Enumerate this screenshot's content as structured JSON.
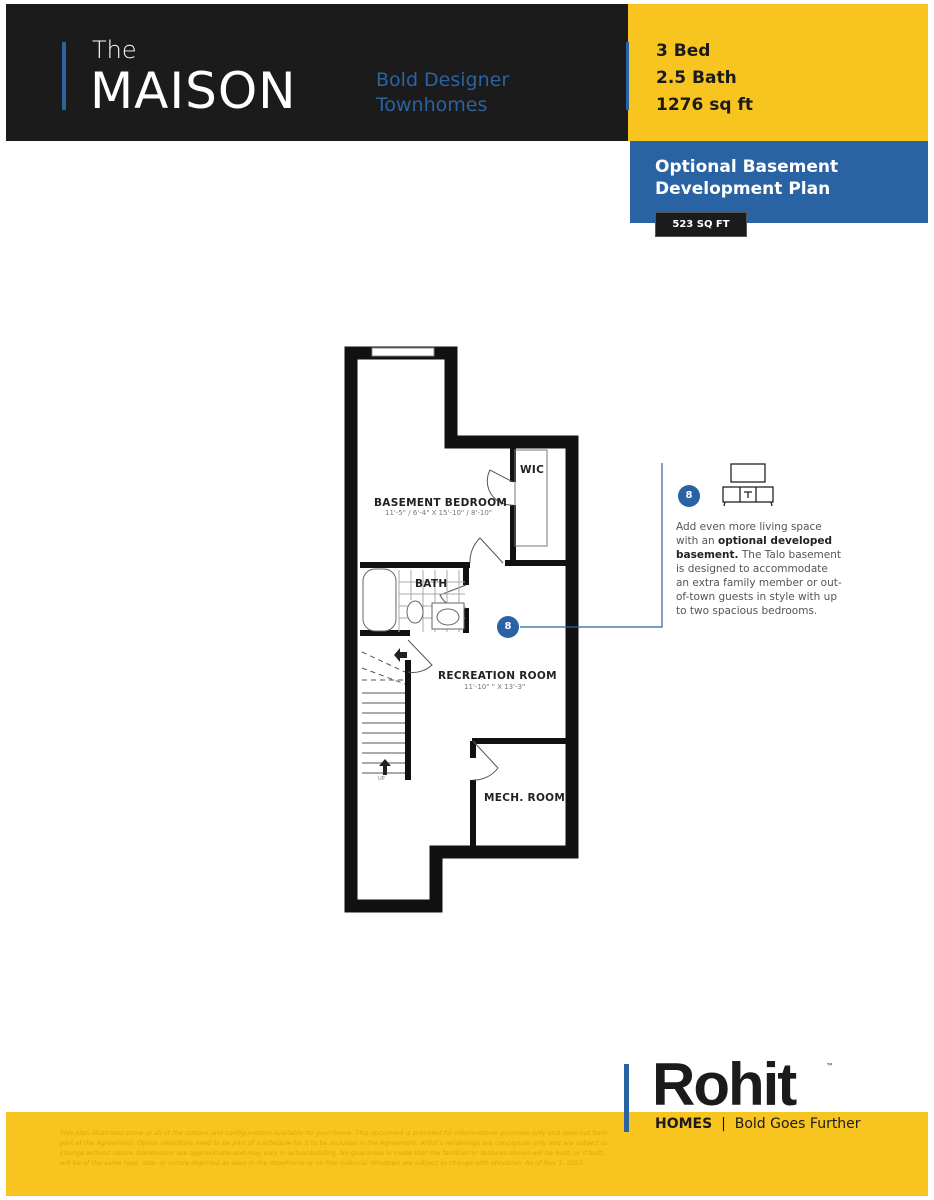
{
  "colors": {
    "black": "#1b1b1b",
    "yellow": "#f8c41f",
    "blue": "#2963a3"
  },
  "header": {
    "the": "The",
    "name": "MAISON",
    "tagline_line1": "Bold Designer",
    "tagline_line2": "Townhomes"
  },
  "specs": {
    "beds": "3 Bed",
    "baths": "2.5 Bath",
    "area": "1276 sq ft"
  },
  "plan_header": {
    "title_line1": "Optional Basement",
    "title_line2": "Development Plan",
    "area": "523 SQ FT"
  },
  "floorplan": {
    "rooms": [
      {
        "name": "BASEMENT BEDROOM",
        "dims": "11'-5\" / 6'-4\" X 15'-10\" / 8'-10\""
      },
      {
        "name": "WIC"
      },
      {
        "name": "BATH"
      },
      {
        "name": "RECREATION ROOM",
        "dims": "11'-10\" \" X 13'-3\""
      },
      {
        "name": "MECH. ROOM"
      }
    ],
    "stairs_label": "UP",
    "marker": "8"
  },
  "callout": {
    "marker": "8",
    "icon": "tv-stand-icon",
    "text_pre": " Add even more living space with an ",
    "text_bold1": "optional developed basement.",
    "text_post": " The Talo basement is designed to accommodate an extra family member or out-of-town guests in style with up to two spacious bedrooms."
  },
  "footer": {
    "disclaimer": "This plan illustrates some or all of the options and configurations available for your home. This document is provided for informational purposes only and does not form part of the Agreement. Option selections need to be part of a schedule for it to be included in the Agreement. Artist's renderings are conceptual only and are subject to change without notice. Dimensions are approximate and may vary in actual building. No guarantee is made that the facilities or features shown will be built, or if built, will be of the same type, size, or nature depicted as seen in the showhome or on this material. Windows are subject to change with elevation. As of Nov 1, 2023",
    "logo": {
      "word": "Rohit",
      "tm": "™",
      "brand": "HOMES",
      "separator": "|",
      "slogan": "Bold Goes Further"
    }
  }
}
